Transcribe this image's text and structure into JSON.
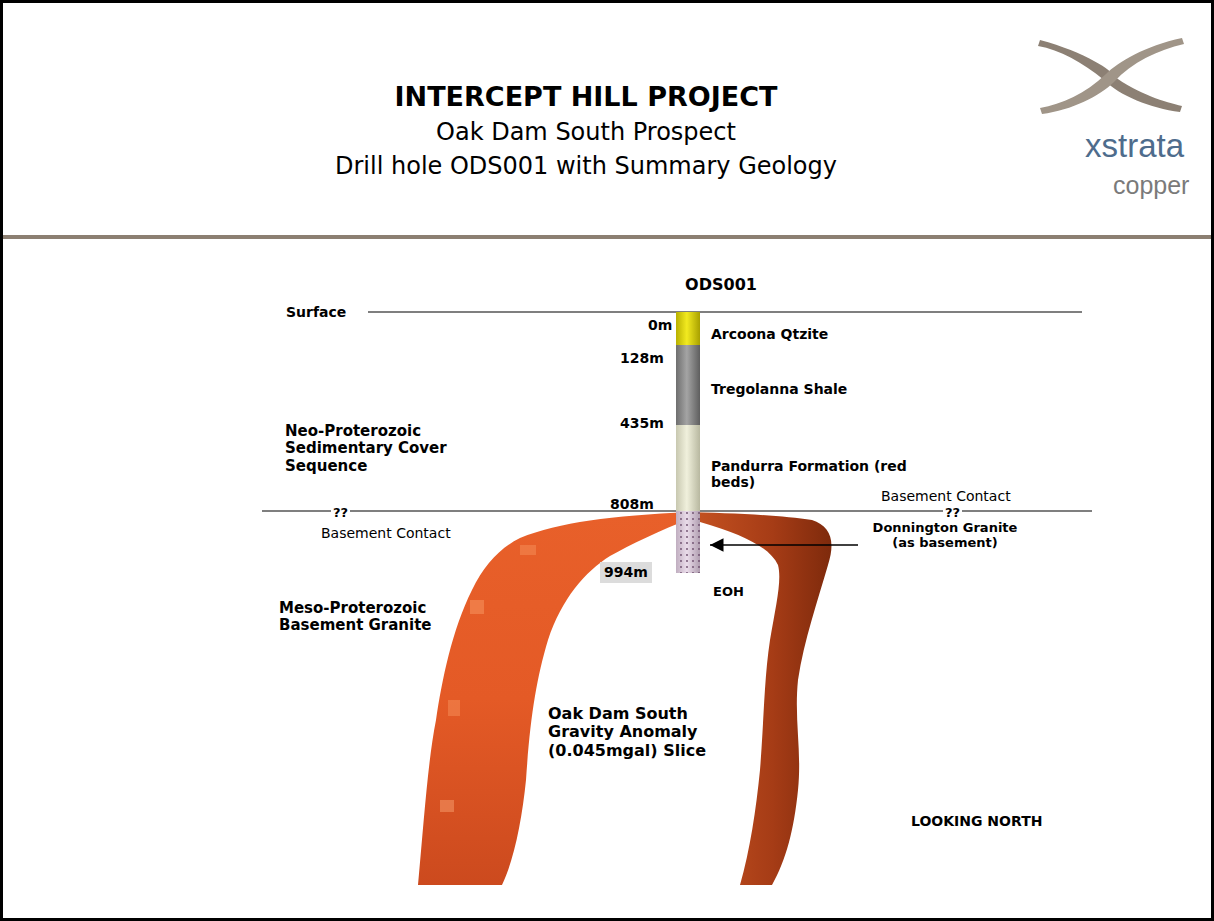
{
  "diagram": {
    "title": "INTERCEPT HILL PROJECT",
    "nodes": [
      {
        "text": [
          "994m"
        ]
      }
    ],
    "labels": [
      "Oak Dam South Prospect",
      "Drill hole ODS001 with Summary Geology",
      "xstrata",
      "copper",
      "ODS001",
      "Surface",
      "0m",
      "Arcoona Qtzite",
      "128m",
      "Tregolanna Shale",
      "435m",
      "Neo-Proterozoic Sedimentary Cover Sequence",
      "Pandurra Formation (red beds)",
      "808m",
      "Basement Contact",
      "??",
      "??",
      "Basement Contact",
      "Donnington Granite (as basement)",
      "EOH",
      "Meso-Proterozoic Basement Granite",
      "Oak Dam South Gravity Anomaly (0.045mgal) Slice",
      "LOOKING NORTH"
    ]
  }
}
